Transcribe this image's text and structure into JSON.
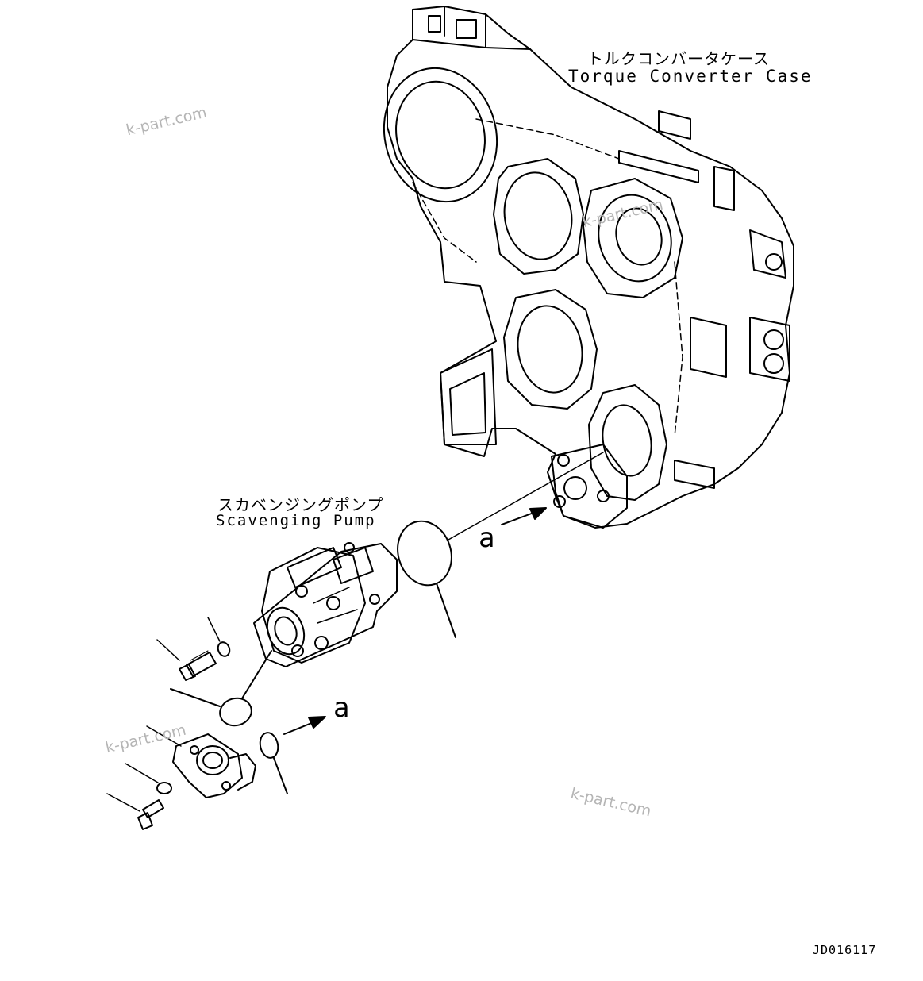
{
  "torque_case_label": {
    "japanese": "トルクコンバータケース",
    "english": "Torque Converter Case"
  },
  "pump_label": {
    "japanese": "スカベンジングポンプ",
    "english": "Scavenging Pump"
  },
  "view_arrow_upper": "a",
  "view_arrow_lower": "a",
  "drawing_code": "JD016117",
  "watermarks": [
    "k-part.com",
    "k-part.com",
    "k-part.com",
    "k-part.com"
  ]
}
